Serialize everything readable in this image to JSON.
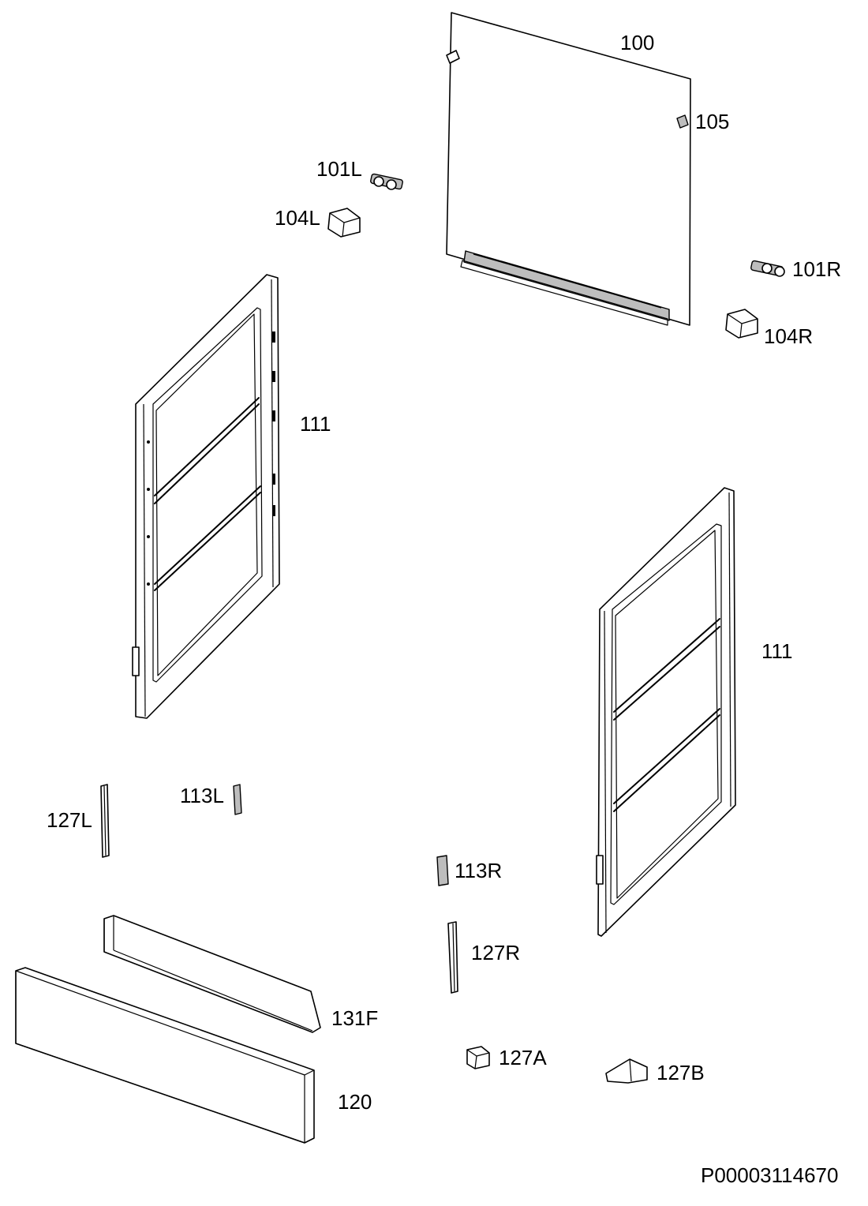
{
  "diagram": {
    "document_id": "P00003114670",
    "callouts": {
      "c100": "100",
      "c105": "105",
      "c101L": "101L",
      "c104L": "104L",
      "c101R": "101R",
      "c104R": "104R",
      "c111a": "111",
      "c111b": "111",
      "c127L": "127L",
      "c113L": "113L",
      "c113R": "113R",
      "c127R": "127R",
      "c131F": "131F",
      "c127A": "127A",
      "c127B": "127B",
      "c120": "120"
    }
  }
}
